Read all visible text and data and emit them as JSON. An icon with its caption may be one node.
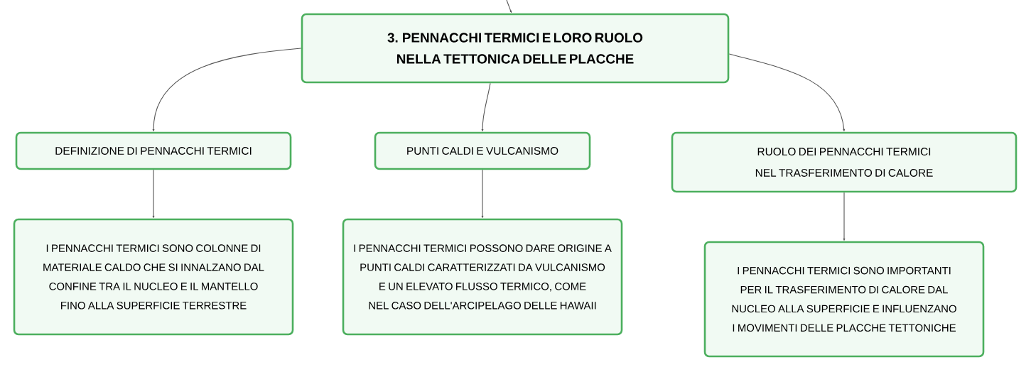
{
  "diagram": {
    "nodes": [
      {
        "text": [
          "3. PENNACCHI TERMICI E LORO RUOLO NELLA TETTONICA DELLE PLACCHE"
        ]
      },
      {
        "text": [
          "DEFINIZIONE DI PENNACCHI TERMICI"
        ]
      },
      {
        "text": [
          "PUNTI CALDI E VULCANISMO"
        ]
      },
      {
        "text": [
          "RUOLO DEI PENNACCHI TERMICI NEL TRASFERIMENTO DI CALORE"
        ]
      },
      {
        "text": [
          "I PENNACCHI TERMICI SONO COLONNE DI MATERIALE CALDO CHE SI INNALZANO DAL CONFINE TRA IL NUCLEO E IL MANTELLO FINO ALLA SUPERFICIE TERRESTRE"
        ]
      },
      {
        "text": [
          "I PENNACCHI TERMICI POSSONO DARE ORIGINE A PUNTI CALDI CARATTERIZZATI DA VULCANISMO E UN ELEVATO FLUSSO TERMICO, COME NEL CASO DELL'ARCIPELAGO DELLE HAWAII"
        ]
      },
      {
        "text": [
          "I PENNACCHI TERMICI SONO IMPORTANTI PER IL TRASFERIMENTO DI CALORE DAL NUCLEO ALLA SUPERFICIE E INFLUENZANO I MOVIMENTI DELLE PLACCHE TETTONICHE"
        ]
      }
    ],
    "edges": [
      {
        "from": null,
        "to": 0,
        "arrow": "to"
      },
      {
        "from": 0,
        "to": 1,
        "arrow": "to"
      },
      {
        "from": 0,
        "to": 2,
        "arrow": "to"
      },
      {
        "from": 0,
        "to": 3,
        "arrow": "to"
      },
      {
        "from": 1,
        "to": 4,
        "arrow": "to"
      },
      {
        "from": 2,
        "to": 5,
        "arrow": "to"
      },
      {
        "from": 3,
        "to": 6,
        "arrow": "to"
      }
    ]
  }
}
